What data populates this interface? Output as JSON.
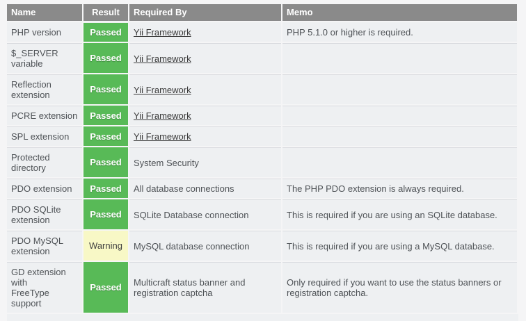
{
  "colors": {
    "page_bg": "#f5f5f6",
    "header_bg": "#8a8a8a",
    "row_bg": "#eef0f2",
    "passed_bg": "#58ba57",
    "warning_bg": "#f8f8c6",
    "body_text": "#4e5256"
  },
  "table": {
    "columns": [
      {
        "id": "name",
        "label": "Name"
      },
      {
        "id": "result",
        "label": "Result"
      },
      {
        "id": "required_by",
        "label": "Required By"
      },
      {
        "id": "memo",
        "label": "Memo"
      }
    ],
    "rows": [
      {
        "name": "PHP version",
        "result": "Passed",
        "status": "passed",
        "required_by": "Yii Framework",
        "required_by_is_link": true,
        "memo": "PHP 5.1.0 or higher is required."
      },
      {
        "name": "$_SERVER\nvariable",
        "result": "Passed",
        "status": "passed",
        "required_by": "Yii Framework",
        "required_by_is_link": true,
        "memo": ""
      },
      {
        "name": "Reflection\nextension",
        "result": "Passed",
        "status": "passed",
        "required_by": "Yii Framework",
        "required_by_is_link": true,
        "memo": ""
      },
      {
        "name": "PCRE extension",
        "result": "Passed",
        "status": "passed",
        "required_by": "Yii Framework",
        "required_by_is_link": true,
        "memo": ""
      },
      {
        "name": "SPL extension",
        "result": "Passed",
        "status": "passed",
        "required_by": "Yii Framework",
        "required_by_is_link": true,
        "memo": ""
      },
      {
        "name": "Protected\ndirectory",
        "result": "Passed",
        "status": "passed",
        "required_by": "System Security",
        "required_by_is_link": false,
        "memo": ""
      },
      {
        "name": "PDO extension",
        "result": "Passed",
        "status": "passed",
        "required_by": "All database connections",
        "required_by_is_link": false,
        "memo": "The PHP PDO extension is always required."
      },
      {
        "name": "PDO SQLite\nextension",
        "result": "Passed",
        "status": "passed",
        "required_by": "SQLite Database connection",
        "required_by_is_link": false,
        "memo": "This is required if you are using an SQLite database."
      },
      {
        "name": "PDO MySQL\nextension",
        "result": "Warning",
        "status": "warning",
        "required_by": "MySQL database connection",
        "required_by_is_link": false,
        "memo": "This is required if you are using a MySQL database."
      },
      {
        "name": "GD extension\nwith\nFreeType\nsupport",
        "result": "Passed",
        "status": "passed",
        "required_by": "Multicraft status banner and\nregistration captcha",
        "required_by_is_link": false,
        "memo": "Only required if you want to use the status banners or\nregistration captcha."
      }
    ]
  }
}
